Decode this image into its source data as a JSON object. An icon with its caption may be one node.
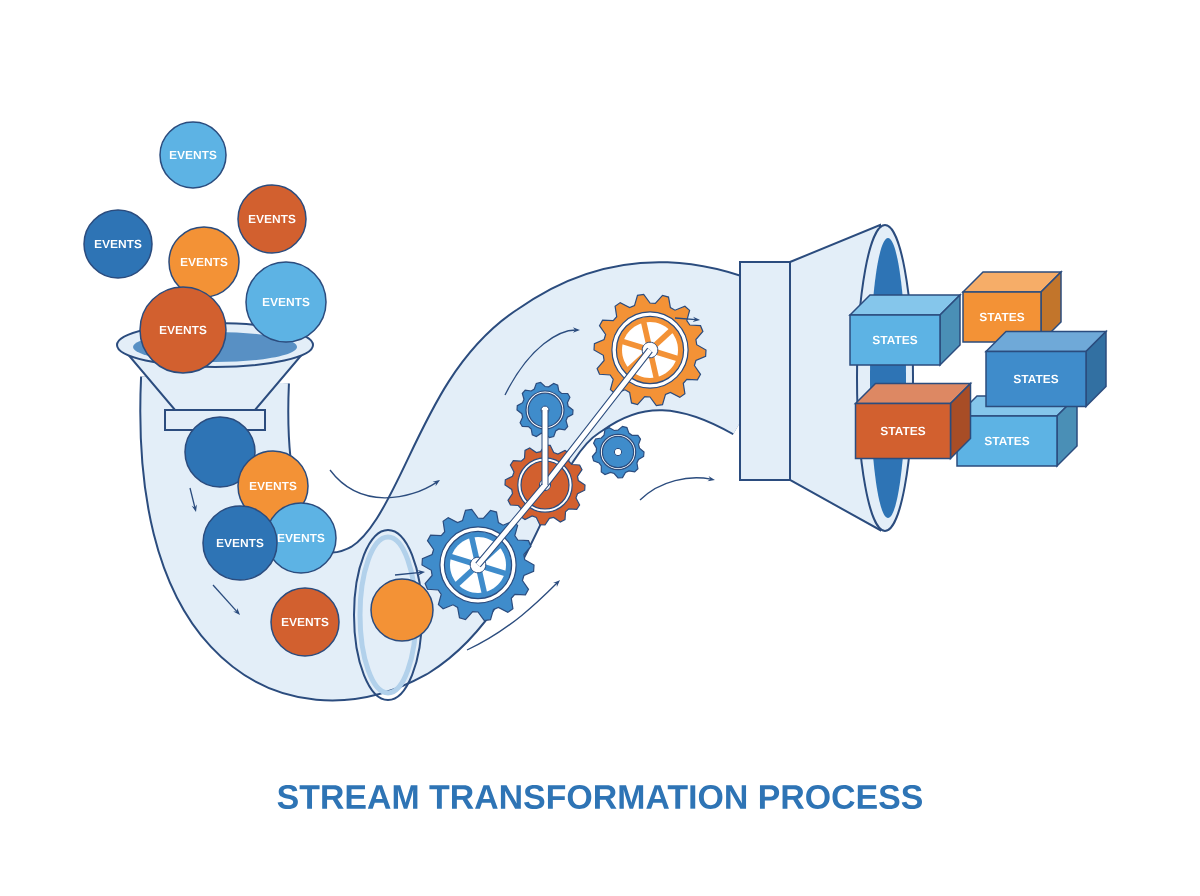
{
  "diagram": {
    "title": "STREAM TRANSFORMATION PROCESS",
    "nodes": [
      {
        "text": [
          "EVENTS"
        ]
      },
      {
        "text": [
          "EVENTS"
        ]
      },
      {
        "text": [
          "EVENTS"
        ]
      },
      {
        "text": [
          "EVENTS"
        ]
      },
      {
        "text": [
          "EVENTS"
        ]
      },
      {
        "text": [
          "EVENTS"
        ]
      },
      {
        "text": [],
        "shape": "circle"
      },
      {
        "text": [
          "EVENTS"
        ]
      },
      {
        "text": [
          "EVENTS"
        ]
      },
      {
        "text": [
          "EVENTS"
        ]
      },
      {
        "text": [
          "EVENTS"
        ]
      },
      {
        "text": [],
        "shape": "circle"
      },
      {
        "text": [
          "STATES"
        ]
      },
      {
        "text": [
          "STATES"
        ]
      },
      {
        "text": [
          "STATES"
        ]
      },
      {
        "text": [
          "STATES"
        ]
      },
      {
        "text": [
          "STATES"
        ]
      }
    ]
  }
}
